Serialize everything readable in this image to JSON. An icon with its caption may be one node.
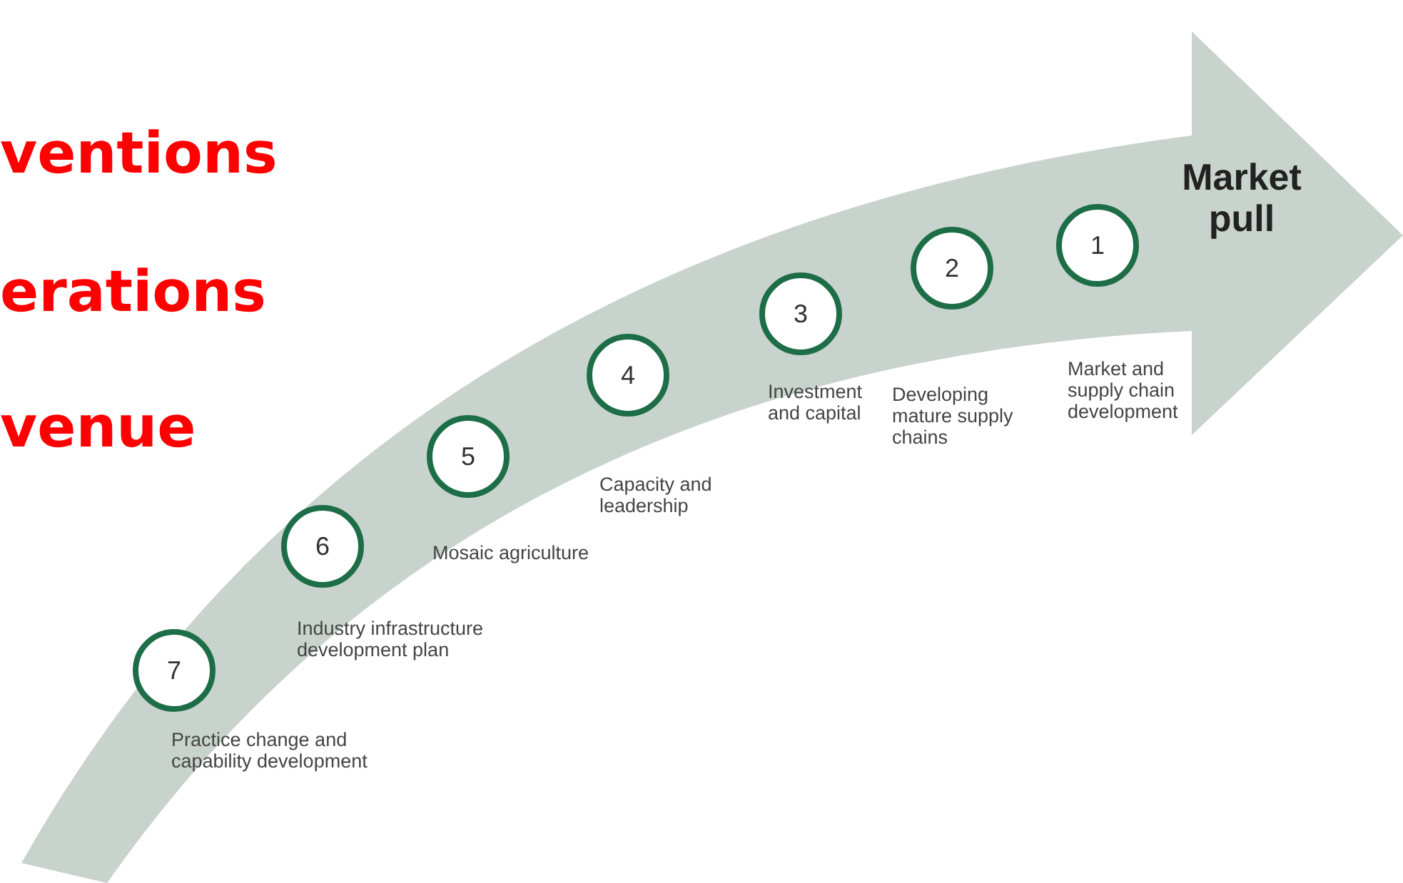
{
  "diagram": {
    "nodes": [
      {
        "text": [
          "Market pull"
        ]
      },
      {
        "text": [
          "7"
        ],
        "in": 0,
        "beside": [
          "Practice change and capability development"
        ]
      },
      {
        "text": [
          "6"
        ],
        "in": 0,
        "beside": [
          "Industry infrastructure development plan"
        ]
      },
      {
        "text": [
          "5"
        ],
        "in": 0,
        "beside": [
          "Mosaic agriculture"
        ]
      },
      {
        "text": [
          "4"
        ],
        "in": 0,
        "beside": [
          "Capacity and leadership"
        ]
      },
      {
        "text": [
          "3"
        ],
        "in": 0,
        "beside": [
          "Investment and capital"
        ]
      },
      {
        "text": [
          "2"
        ],
        "in": 0,
        "beside": [
          "Developing mature supply chains"
        ]
      },
      {
        "text": [
          "1"
        ],
        "in": 0,
        "beside": [
          "Market and supply chain development"
        ]
      }
    ],
    "labels": [
      "ventions",
      "erations",
      "venue"
    ]
  }
}
